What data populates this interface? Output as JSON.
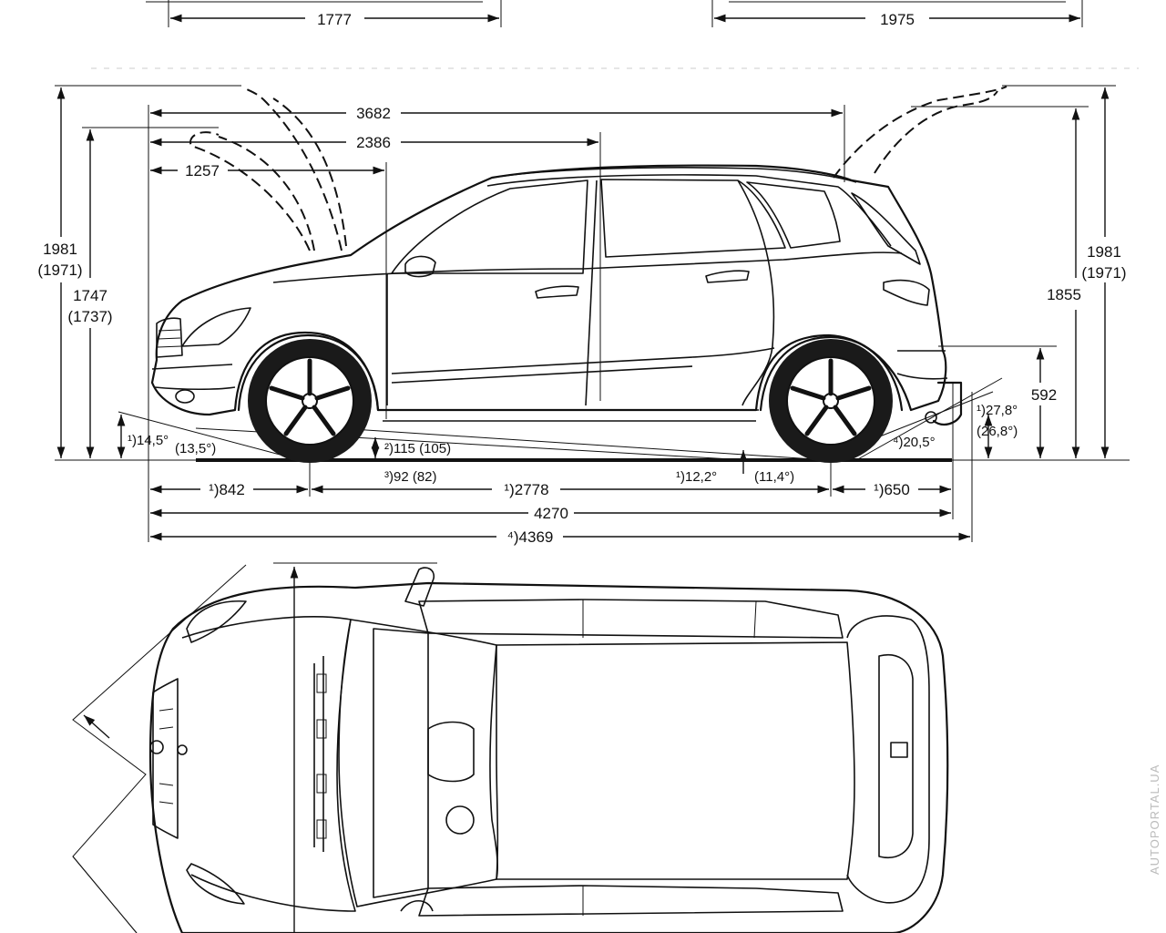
{
  "top_dims": {
    "front_track": "1777",
    "rear_track": "1975"
  },
  "side": {
    "overall_height_left": "1981",
    "overall_height_left_alt": "(1971)",
    "height_roof": "1747",
    "height_roof_alt": "(1737)",
    "overall_height_right": "1981",
    "overall_height_right_alt": "(1971)",
    "height_tailgate": "1855",
    "len_3682": "3682",
    "len_2386": "2386",
    "len_1257": "1257",
    "height_592": "592",
    "approach_angle": "¹)14,5°",
    "approach_angle_alt": "(13,5°)",
    "ground_clearance": "²)115 (105)",
    "ramp_clearance": "³)92 (82)",
    "breakover_angle": "¹)12,2°",
    "breakover_angle_alt": "(11,4°)",
    "departure_angle_tow": "⁴)20,5°",
    "departure_angle": "¹)27,8°",
    "departure_angle_alt": "(26,8°)",
    "front_overhang": "¹)842",
    "wheelbase": "¹)2778",
    "rear_overhang": "¹)650",
    "length": "4270",
    "length_tow": "⁴)4369"
  },
  "watermark": "AUTOPORTAL.UA"
}
